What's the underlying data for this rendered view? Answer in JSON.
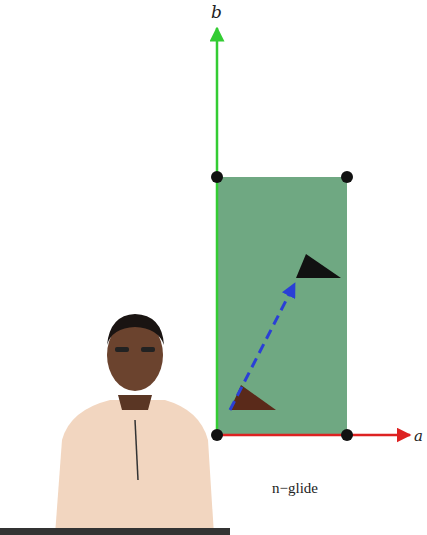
{
  "diagram": {
    "labels": [
      "b",
      "a",
      "n−glide"
    ]
  }
}
